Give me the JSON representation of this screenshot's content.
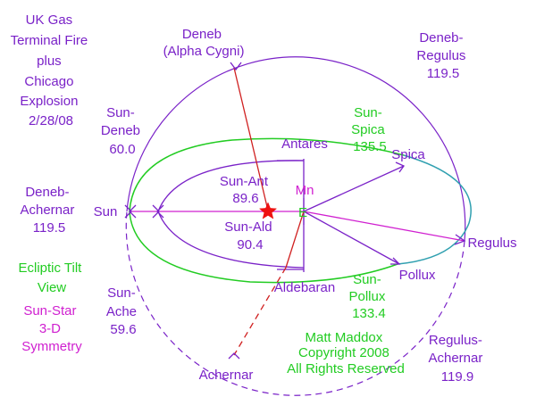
{
  "title": [
    "UK Gas",
    "Terminal Fire",
    "plus",
    "Chicago",
    "Explosion",
    "2/28/08"
  ],
  "view_label": [
    "Ecliptic Tilt",
    "View"
  ],
  "symmetry_label": [
    "Sun-Star",
    "3-D",
    "Symmetry"
  ],
  "credit": [
    "Matt Maddox",
    "Copyright 2008",
    "All Rights Reserved"
  ],
  "bodies": {
    "sun": "Sun",
    "earth": "E",
    "moon": "Mn",
    "deneb": [
      "Deneb",
      "(Alpha Cygni)"
    ],
    "antares": "Antares",
    "spica": "Spica",
    "regulus": "Regulus",
    "pollux": "Pollux",
    "aldebaran": "Aldebaran",
    "achernar": "Achernar"
  },
  "angles": {
    "sun_deneb": [
      "Sun-",
      "Deneb",
      "60.0"
    ],
    "deneb_achernar": [
      "Deneb-",
      "Achernar",
      "119.5"
    ],
    "sun_ache": [
      "Sun-",
      "Ache",
      "59.6"
    ],
    "deneb_regulus": [
      "Deneb-",
      "Regulus",
      "119.5"
    ],
    "regulus_achernar": [
      "Regulus-",
      "Achernar",
      "119.9"
    ],
    "sun_spica": [
      "Sun-",
      "Spica",
      "135.5"
    ],
    "sun_pollux": [
      "Sun-",
      "Pollux",
      "133.4"
    ],
    "sun_ant": [
      "Sun-Ant",
      "89.6"
    ],
    "sun_ald": [
      "Sun-Ald",
      "90.4"
    ]
  },
  "colors": {
    "purple": "#7a22c8",
    "green": "#22cc22",
    "magenta": "#d020d0",
    "teal": "#30a0b0",
    "red": "#d02020",
    "red_star": "#ee1111"
  }
}
